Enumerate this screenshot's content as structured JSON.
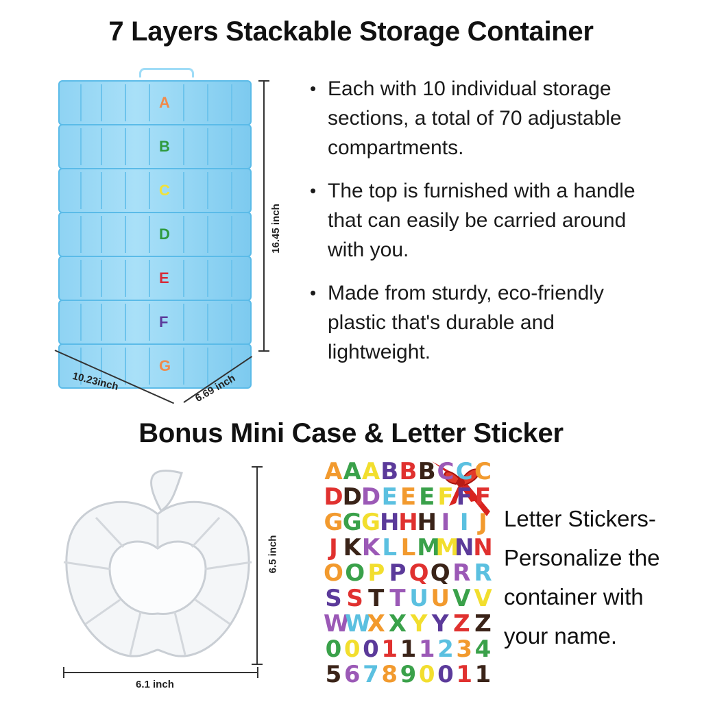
{
  "title": "7 Layers Stackable Storage Container",
  "bullets": [
    "Each with 10 individual storage\nsections, a total of 70 adjustable\ncompartments.",
    "The top is furnished with a handle\nthat can easily be carried around\nwith you.",
    "Made from sturdy, eco-friendly\nplastic that's durable and\nlightweight."
  ],
  "bullet_glyph": "•",
  "container": {
    "layers": [
      "A",
      "B",
      "C",
      "D",
      "E",
      "F",
      "G"
    ],
    "layer_colors": [
      "#f08a4b",
      "#2e9a3e",
      "#f1e23a",
      "#2e9a3e",
      "#d62c3a",
      "#5b3a9a",
      "#f08a4b"
    ],
    "height_label": "16.45 inch",
    "width_label": "10.23inch",
    "depth_label": "6.69 inch",
    "color": "#8fd3f3"
  },
  "subtitle": "Bonus Mini Case & Letter Sticker",
  "mini_case": {
    "height_label": "6.5 inch",
    "width_label": "6.1 inch"
  },
  "stickers": {
    "rows": [
      "AAABBBCCC",
      "DDDEEEFFF",
      "GGGHHHIIJ",
      "JKKLLMMNN",
      "OOPPQQRR",
      "SSTTUUVV",
      "WWXXYYZZ",
      "000111234",
      "567890011"
    ],
    "palette": [
      "#f29a2e",
      "#5b3a9a",
      "#9b59b6",
      "#3aa14a",
      "#e0312f",
      "#5bc0e0",
      "#f2de2e",
      "#3a2318"
    ]
  },
  "sticker_caption": "Letter Stickers-\nPersonalize the\ncontainer with\nyour name."
}
